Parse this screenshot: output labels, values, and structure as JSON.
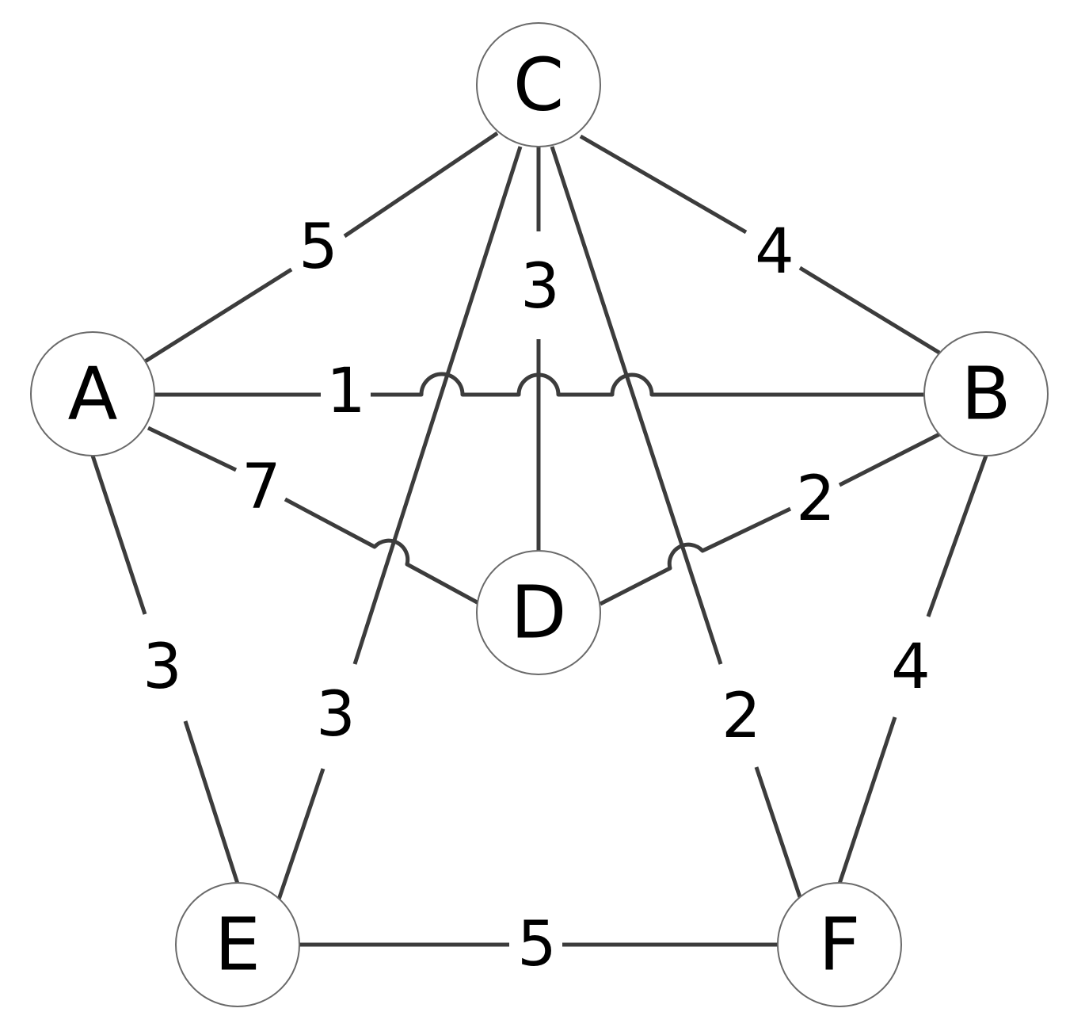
{
  "nodes": [
    {
      "id": "A",
      "label": "A"
    },
    {
      "id": "B",
      "label": "B"
    },
    {
      "id": "C",
      "label": "C"
    },
    {
      "id": "D",
      "label": "D"
    },
    {
      "id": "E",
      "label": "E"
    },
    {
      "id": "F",
      "label": "F"
    }
  ],
  "edges": [
    {
      "id": "A-C",
      "from": "A",
      "to": "C",
      "weight": "5"
    },
    {
      "id": "C-B",
      "from": "C",
      "to": "B",
      "weight": "4"
    },
    {
      "id": "C-D",
      "from": "C",
      "to": "D",
      "weight": "3"
    },
    {
      "id": "A-B",
      "from": "A",
      "to": "B",
      "weight": "1"
    },
    {
      "id": "A-D",
      "from": "A",
      "to": "D",
      "weight": "7"
    },
    {
      "id": "D-B",
      "from": "D",
      "to": "B",
      "weight": "2"
    },
    {
      "id": "A-E",
      "from": "A",
      "to": "E",
      "weight": "3"
    },
    {
      "id": "C-E",
      "from": "C",
      "to": "E",
      "weight": "3"
    },
    {
      "id": "C-F",
      "from": "C",
      "to": "F",
      "weight": "2"
    },
    {
      "id": "B-F",
      "from": "B",
      "to": "F",
      "weight": "4"
    },
    {
      "id": "E-F",
      "from": "E",
      "to": "F",
      "weight": "5"
    }
  ],
  "colors": {
    "edge": "#3c3c3c",
    "node_fill": "#ffffff",
    "node_stroke": "#6a6a6a",
    "text": "#000000"
  }
}
